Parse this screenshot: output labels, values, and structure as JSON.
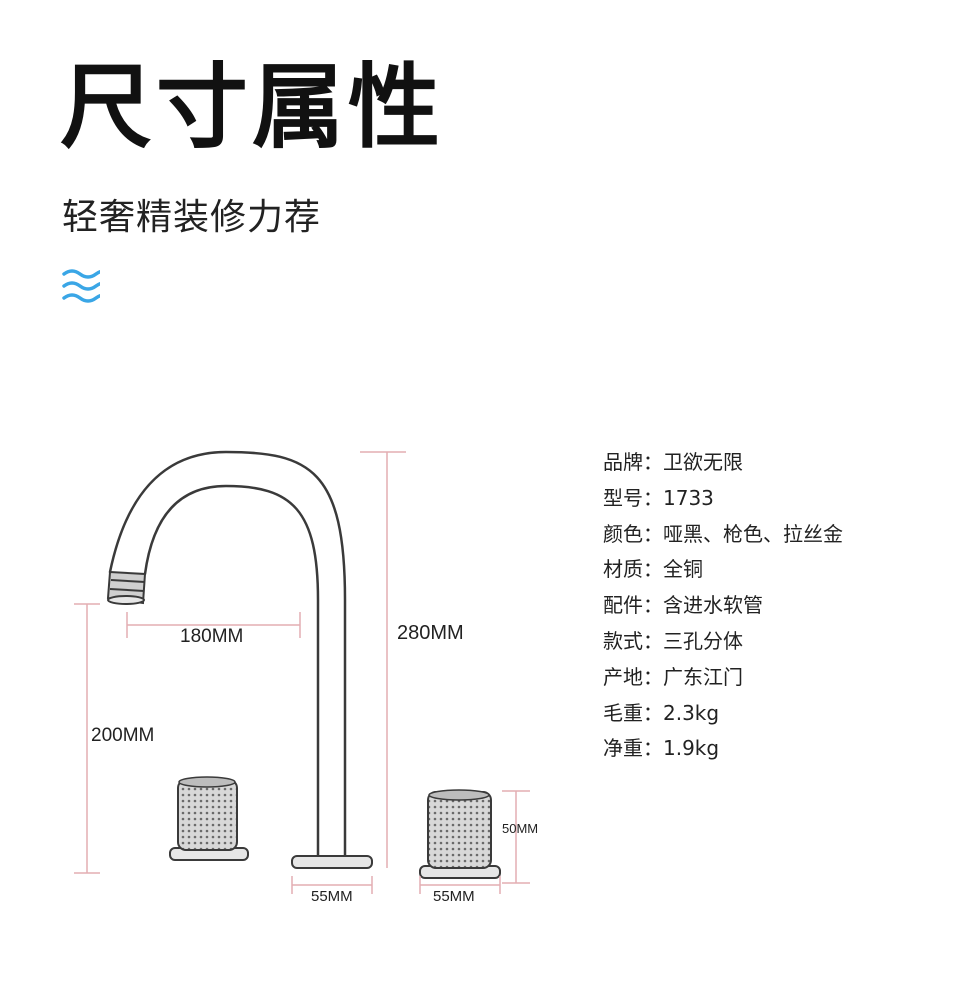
{
  "heading": {
    "title": "尺寸属性",
    "subtitle": "轻奢精装修力荐"
  },
  "decoration": {
    "waves_color": "#3aa6e6",
    "waves_icon": "water-waves-icon"
  },
  "dimensions": {
    "spout_reach": "180MM",
    "total_height": "280MM",
    "spout_height": "200MM",
    "handle_height": "50MM",
    "spout_base": "55MM",
    "handle_base": "55MM"
  },
  "specs": [
    {
      "label": "品牌：",
      "value": "卫欲无限"
    },
    {
      "label": "型号：",
      "value": "1733"
    },
    {
      "label": "颜色：",
      "value": "哑黑、枪色、拉丝金"
    },
    {
      "label": "材质：",
      "value": "全铜"
    },
    {
      "label": "配件：",
      "value": "含进水软管"
    },
    {
      "label": "款式：",
      "value": "三孔分体"
    },
    {
      "label": "产地：",
      "value": "广东江门"
    },
    {
      "label": "毛重：",
      "value": "2.3kg"
    },
    {
      "label": "净重：",
      "value": "1.9kg"
    }
  ]
}
